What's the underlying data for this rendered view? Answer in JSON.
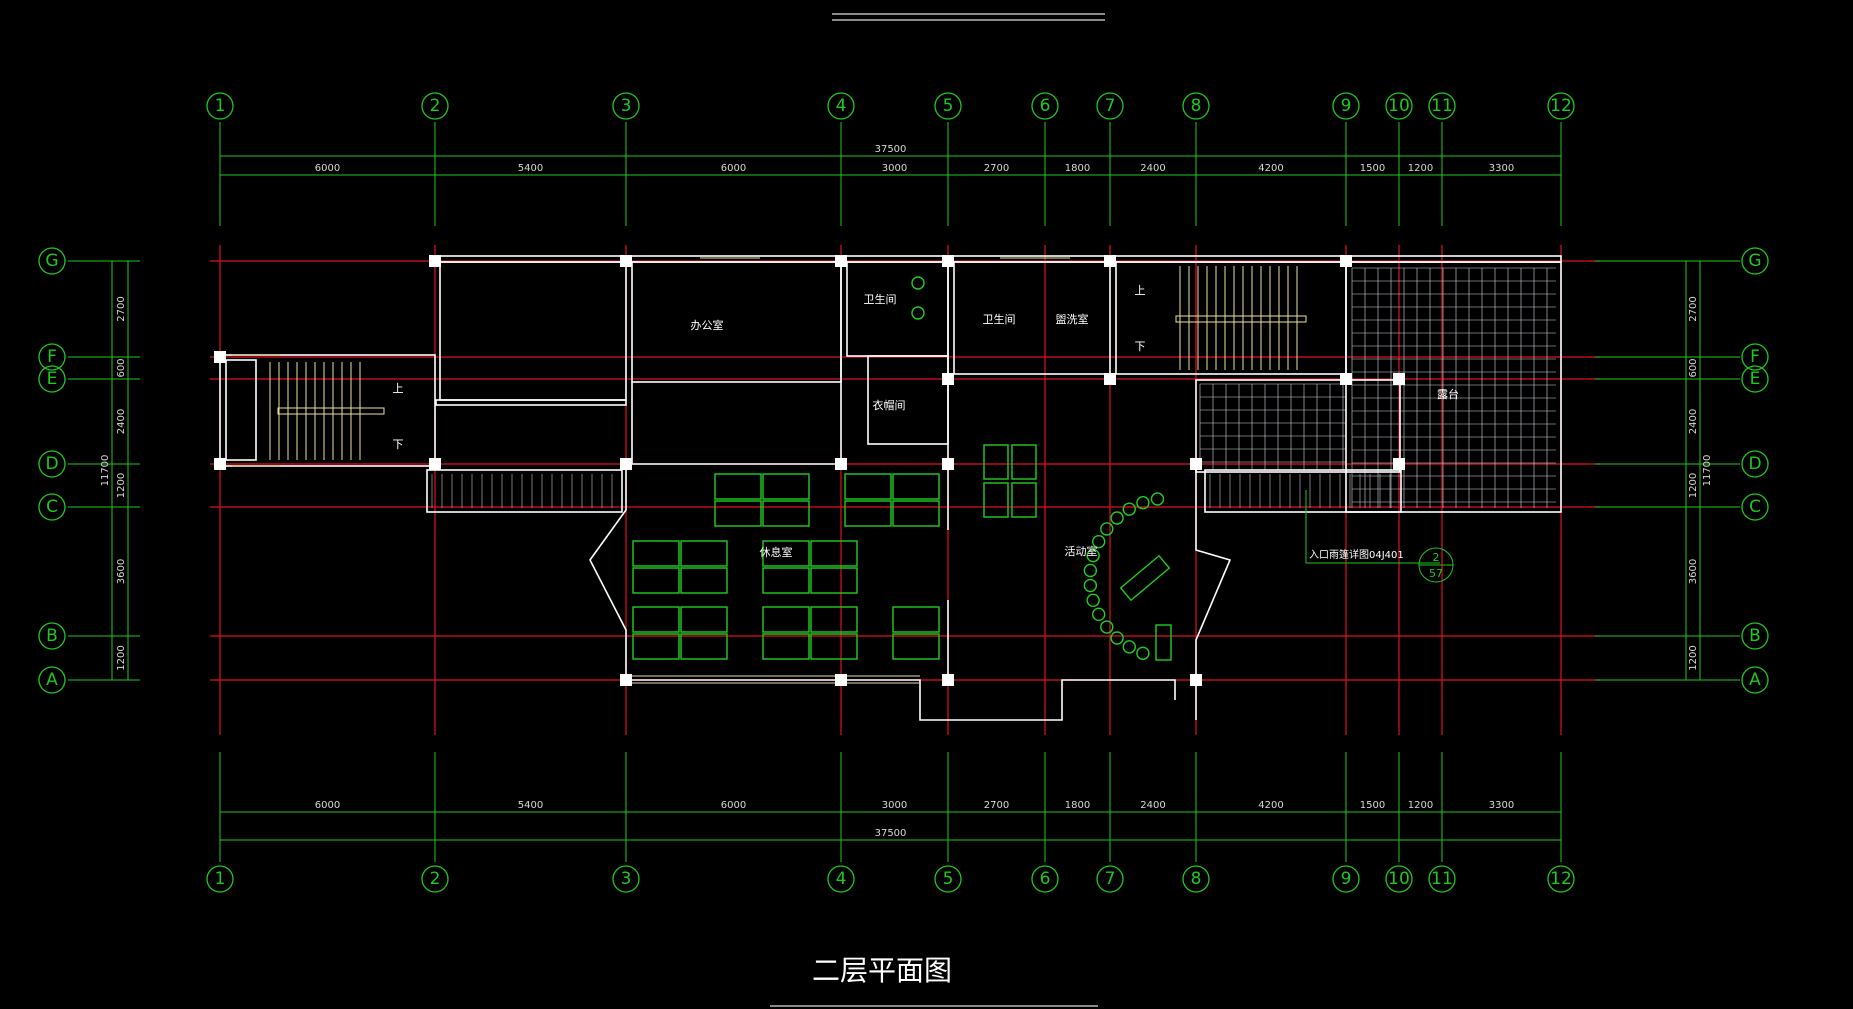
{
  "drawing": {
    "title": "二层平面图",
    "axes_x": [
      "1",
      "2",
      "3",
      "4",
      "5",
      "6",
      "7",
      "8",
      "9",
      "10",
      "11",
      "12"
    ],
    "axes_y": [
      "G",
      "F",
      "E",
      "D",
      "C",
      "B",
      "A"
    ],
    "dims_x": [
      "6000",
      "5400",
      "6000",
      "3000",
      "2700",
      "1800",
      "2400",
      "4200",
      "1500",
      "1200",
      "3300"
    ],
    "dims_x_total": "37500",
    "dims_y": [
      "2700",
      "600",
      "2400",
      "1200",
      "3600",
      "1200"
    ],
    "dims_y_total": "11700",
    "rooms": {
      "office": "办公室",
      "toilet1": "卫生间",
      "toilet2": "卫生间",
      "washroom": "盥洗室",
      "cloakroom": "衣帽间",
      "lounge": "休息室",
      "activity": "活动室",
      "terrace": "露台"
    },
    "stair_labels": {
      "up": "上",
      "down": "下"
    },
    "callout": {
      "text": "入口雨篷详图04J401",
      "number": "2",
      "sheet": "57"
    }
  },
  "colors": {
    "axis": "#e01020",
    "dimension": "#1fc81f",
    "wall": "#ffffff",
    "background": "#000000"
  }
}
